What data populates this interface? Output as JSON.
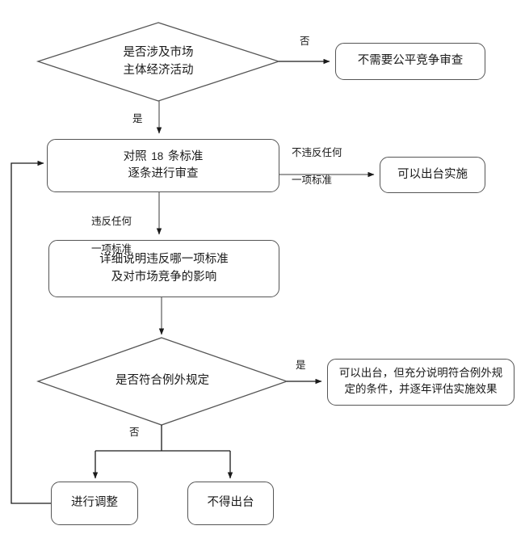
{
  "diagram": {
    "title_text_present": false,
    "type": "flowchart",
    "line_color": "#555555",
    "text_color": "#1a1a1a",
    "background": "#ffffff",
    "nodes": [
      {
        "id": "d1",
        "shape": "decision",
        "label": "是否涉及市场\n主体经济活动",
        "line1": "是否涉及市场",
        "line2": "主体经济活动"
      },
      {
        "id": "p_no_review",
        "shape": "process",
        "label": "不需要公平竞争审查"
      },
      {
        "id": "p_review",
        "shape": "process",
        "label_pre": "对照 ",
        "label_num": "18",
        "label_post": " 条标准",
        "line2": "逐条进行审查"
      },
      {
        "id": "p_can_issue",
        "shape": "process",
        "label": "可以出台实施"
      },
      {
        "id": "p_explain",
        "shape": "process",
        "line1": "详细说明违反哪一项标准",
        "line2": "及对市场竞争的影响"
      },
      {
        "id": "d2",
        "shape": "decision",
        "label": "是否符合例外规定"
      },
      {
        "id": "p_exception",
        "shape": "process",
        "line1": "可以出台，但充分说明符合例外规",
        "line2": "定的条件，并逐年评估实施效果"
      },
      {
        "id": "p_adjust",
        "shape": "process",
        "label": "进行调整"
      },
      {
        "id": "p_forbid",
        "shape": "process",
        "label": "不得出台"
      }
    ],
    "edge_labels": {
      "d1_no": "否",
      "d1_yes": "是",
      "review_pass_line1": "不违反任何",
      "review_pass_line2": "一项标准",
      "review_fail_line1": "违反任何",
      "review_fail_line2": "一项标准",
      "d2_yes": "是",
      "d2_no": "否"
    }
  }
}
